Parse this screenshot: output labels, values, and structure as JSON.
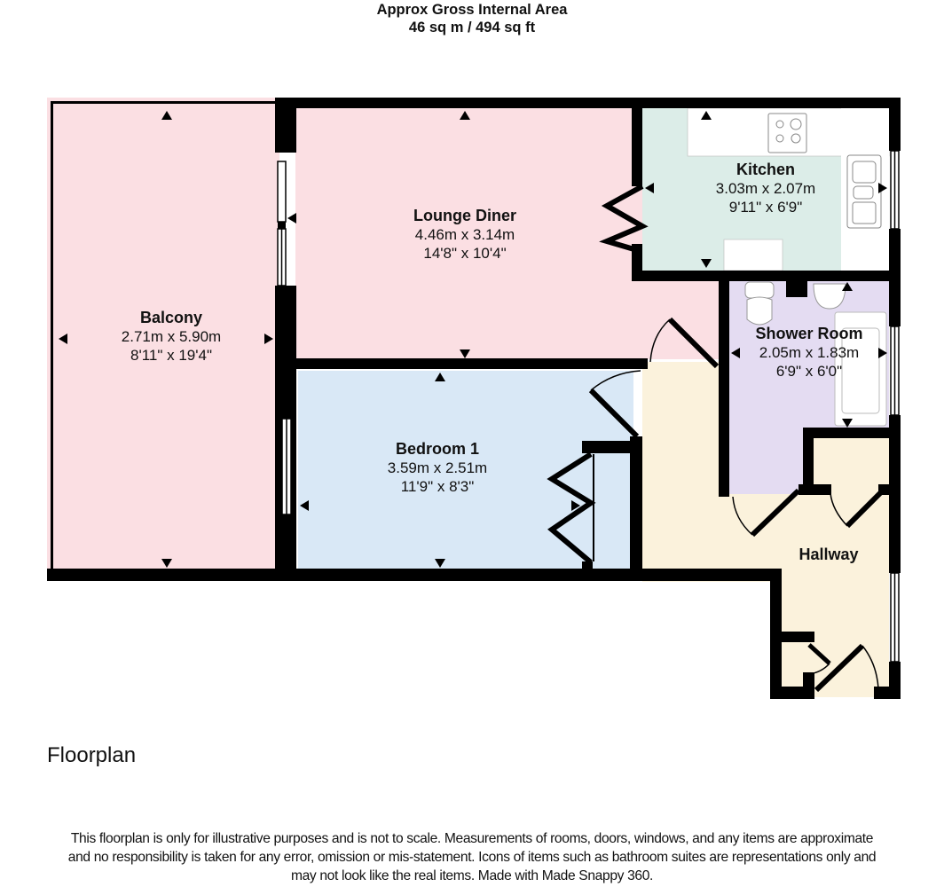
{
  "header": {
    "title": "Approx Gross Internal Area",
    "area": "46 sq m / 494 sq ft"
  },
  "rooms": [
    {
      "name": "Balcony",
      "metric": "2.71m x 5.90m",
      "imperial": "8'11\" x 19'4\"",
      "color": "#fbdfe3"
    },
    {
      "name": "Lounge Diner",
      "metric": "4.46m x 3.14m",
      "imperial": "14'8\" x 10'4\"",
      "color": "#fbdfe3"
    },
    {
      "name": "Kitchen",
      "metric": "3.03m x 2.07m",
      "imperial": "9'11\" x 6'9\"",
      "color": "#dcede8"
    },
    {
      "name": "Shower Room",
      "metric": "2.05m x 1.83m",
      "imperial": "6'9\" x 6'0\"",
      "color": "#e4dcf2"
    },
    {
      "name": "Bedroom 1",
      "metric": "3.59m x 2.51m",
      "imperial": "11'9\" x 8'3\"",
      "color": "#d9e8f6"
    },
    {
      "name": "Hallway",
      "color": "#fbf2dc"
    }
  ],
  "caption": "Floorplan",
  "disclaimer": {
    "line1": "This floorplan is only for illustrative purposes and is not to scale. Measurements of rooms, doors, windows, and any items are approximate",
    "line2": "and no responsibility is taken for any error, omission or mis-statement. Icons of items such as bathroom suites are representations only and",
    "line3": "may not look like the real items. Made with Made Snappy 360."
  },
  "colors": {
    "wall": "#000000",
    "balcony": "#fbdfe3",
    "lounge": "#fbdfe3",
    "kitchen": "#dcede8",
    "shower": "#e4dcf2",
    "bedroom": "#d9e8f6",
    "hallway": "#fbf2dc"
  }
}
